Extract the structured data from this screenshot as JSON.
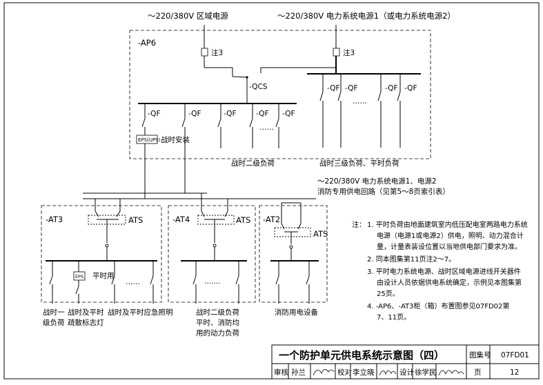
{
  "sources": {
    "regional": "～220/380V 区域电源",
    "power_system": "～220/380V 电力系统电源1（或电力系统电源2）",
    "lower_supply_line1": "～220/380V 电力系统电源1、电源2",
    "lower_supply_line2": "消防专用供电回路（见第5～8页索引表）"
  },
  "panels": {
    "ap6": "-AP6",
    "at3": "-AT3",
    "at4": "-AT4",
    "at2": "-AT2"
  },
  "devices": {
    "note3": "注3",
    "qcs": "-QCS",
    "qf": "-QF",
    "ats": "ATS",
    "eps_ups": "EPS(UPS)",
    "eps": "EPS",
    "wartime_install": "战时安装",
    "peacetime": "平时用",
    "ellipsis": "……",
    "dots": "·······"
  },
  "loads": {
    "wartime_second": "战时二级负荷",
    "wartime_third": "战时三级负荷、平时负荷",
    "at3_l1": [
      "战时一",
      "级负荷"
    ],
    "at3_l2": [
      "战时及平时",
      "疏散标志灯"
    ],
    "at3_l3": "战时及平时应急照明",
    "at4_l1": [
      "战时二级负荷",
      "平时、消防均",
      "用的动力负荷"
    ],
    "at2_l1": "消防用电设备"
  },
  "notes": {
    "label": "注：",
    "items": [
      [
        "1. 平时负荷由地面建筑室内低压配电室两路电力系统",
        "电源（电源1或电源2）供电，照明、动力混合计",
        "量，计量表装设位置以当地供电部门要求为准。"
      ],
      [
        "2. 同本图集第11页注2～7。"
      ],
      [
        "3. 平时电力系统电源、战时区域电源进线开关器件",
        "由设计人员依据供电系统确定，示例见本图集第",
        "25页。"
      ],
      [
        "4. -AP6、-AT3柜（箱）布置图参见07FD02第",
        "7、11页。"
      ]
    ]
  },
  "title_block": {
    "title": "一个防护单元供电系统示意图（四）",
    "atlas_no_label": "图集号",
    "atlas_no": "07FD01",
    "review_label": "审核",
    "reviewer": "孙兰",
    "check_label": "校对",
    "checker": "李立晓",
    "design_label": "设计",
    "designer": "徐学民",
    "page_label": "页",
    "page": "12"
  }
}
